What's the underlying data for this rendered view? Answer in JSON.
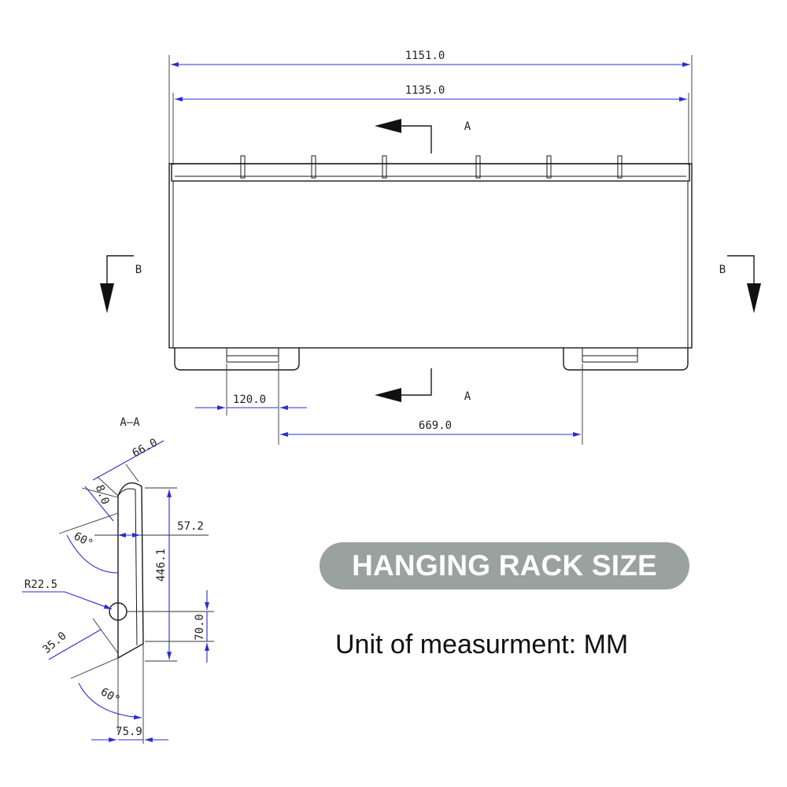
{
  "heading": "HANGING RACK SIZE",
  "unit_note": "Unit of measurment: MM",
  "colors": {
    "badge": "#9aa29f",
    "dimension": "#2b2bd6"
  },
  "top_view": {
    "dims": {
      "overall_width": "1151.0",
      "inner_width": "1135.0",
      "hook_width": "120.0",
      "hook_spacing": "669.0"
    },
    "section_labels": {
      "a_top": "A",
      "a_bottom": "A",
      "b_left": "B",
      "b_right": "B"
    }
  },
  "section_view": {
    "title": "A—A",
    "dims": {
      "top_width": "66.0",
      "lip": "8.0",
      "angle_top": "60°",
      "offset": "57.2",
      "height": "446.1",
      "radius": "R22.5",
      "hole_height": "70.0",
      "bottom_chamfer": "35.0",
      "angle_bottom": "60°",
      "bottom_width": "75.9"
    }
  }
}
